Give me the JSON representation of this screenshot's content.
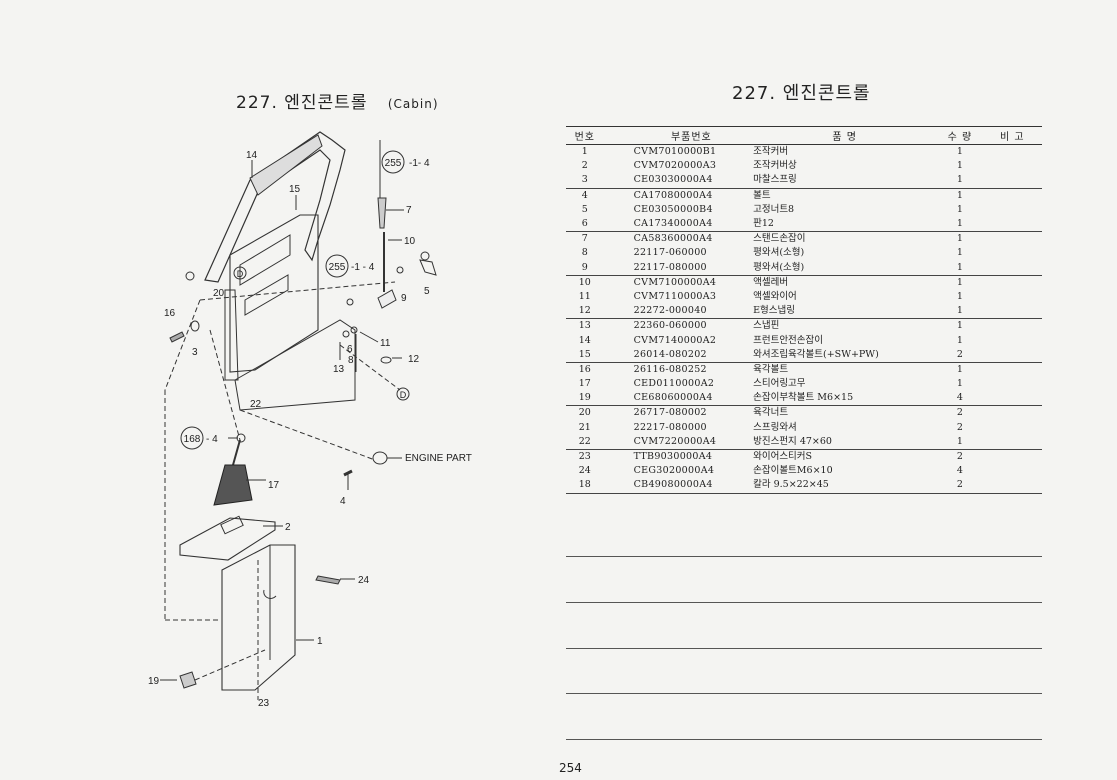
{
  "left_header": {
    "title": "227. 엔진콘트롤",
    "subtitle": "(Cabin)"
  },
  "right_header": {
    "title": "227. 엔진콘트롤"
  },
  "table": {
    "headers": {
      "no": "번호",
      "part_no": "부품번호",
      "name": "품 명",
      "qty": "수 량",
      "remark": "비 고"
    },
    "rows": [
      {
        "no": "1",
        "part_no": "CVM7010000B1",
        "name": "조작커버",
        "qty": "1",
        "remark": ""
      },
      {
        "no": "2",
        "part_no": "CVM7020000A3",
        "name": "조작커버상",
        "qty": "1",
        "remark": ""
      },
      {
        "no": "3",
        "part_no": "CE03030000A4",
        "name": "마찰스프링",
        "qty": "1",
        "remark": ""
      },
      {
        "no": "4",
        "part_no": "CA17080000A4",
        "name": "볼트",
        "qty": "1",
        "remark": ""
      },
      {
        "no": "5",
        "part_no": "CE03050000B4",
        "name": "고정너트8",
        "qty": "1",
        "remark": ""
      },
      {
        "no": "6",
        "part_no": "CA17340000A4",
        "name": "판12",
        "qty": "1",
        "remark": ""
      },
      {
        "no": "7",
        "part_no": "CA58360000A4",
        "name": "스탠드손잡이",
        "qty": "1",
        "remark": ""
      },
      {
        "no": "8",
        "part_no": "22117-060000",
        "name": "평와셔(소형)",
        "qty": "1",
        "remark": ""
      },
      {
        "no": "9",
        "part_no": "22117-080000",
        "name": "평와셔(소형)",
        "qty": "1",
        "remark": ""
      },
      {
        "no": "10",
        "part_no": "CVM7100000A4",
        "name": "액셀레버",
        "qty": "1",
        "remark": ""
      },
      {
        "no": "11",
        "part_no": "CVM7110000A3",
        "name": "액셀와이어",
        "qty": "1",
        "remark": ""
      },
      {
        "no": "12",
        "part_no": "22272-000040",
        "name": "E형스냅링",
        "qty": "1",
        "remark": ""
      },
      {
        "no": "13",
        "part_no": "22360-060000",
        "name": "스냅핀",
        "qty": "1",
        "remark": ""
      },
      {
        "no": "14",
        "part_no": "CVM7140000A2",
        "name": "프런트안전손잡이",
        "qty": "1",
        "remark": ""
      },
      {
        "no": "15",
        "part_no": "26014-080202",
        "name": "와셔조립육각볼트(+SW+PW)",
        "qty": "2",
        "remark": ""
      },
      {
        "no": "16",
        "part_no": "26116-080252",
        "name": "육각볼트",
        "qty": "1",
        "remark": ""
      },
      {
        "no": "17",
        "part_no": "CED0110000A2",
        "name": "스티어링고무",
        "qty": "1",
        "remark": ""
      },
      {
        "no": "19",
        "part_no": "CE68060000A4",
        "name": "손잡이부착볼트 M6×15",
        "qty": "4",
        "remark": ""
      },
      {
        "no": "20",
        "part_no": "26717-080002",
        "name": "육각너트",
        "qty": "2",
        "remark": ""
      },
      {
        "no": "21",
        "part_no": "22217-080000",
        "name": "스프링와셔",
        "qty": "2",
        "remark": ""
      },
      {
        "no": "22",
        "part_no": "CVM7220000A4",
        "name": "방진스펀지 47×60",
        "qty": "1",
        "remark": ""
      },
      {
        "no": "23",
        "part_no": "TTB9030000A4",
        "name": "와이어스티커S",
        "qty": "2",
        "remark": ""
      },
      {
        "no": "24",
        "part_no": "CEG3020000A4",
        "name": "손잡이볼트M6×10",
        "qty": "4",
        "remark": ""
      },
      {
        "no": "18",
        "part_no": "CB49080000A4",
        "name": "칼라 9.5×22×45",
        "qty": "2",
        "remark": ""
      }
    ]
  },
  "diagram_labels": {
    "n14": "14",
    "n15": "15",
    "n7": "7",
    "n10": "10",
    "n20": "20",
    "n16": "16",
    "n3": "3",
    "n9": "9",
    "n5": "5",
    "n6": "6",
    "n11": "11",
    "n8": "8",
    "n13": "13",
    "n12": "12",
    "n22": "22",
    "n2": "2",
    "n24": "24",
    "n1": "1",
    "n19": "19",
    "n23": "23",
    "n17": "17",
    "n4": "4",
    "ref255a_num": "255",
    "ref255a_suffix": "-1- 4",
    "ref255b_num": "255",
    "ref255b_suffix": "-1 - 4",
    "ref168_num": "168",
    "ref168_suffix": "- 4",
    "d_top": "D",
    "d_bottom": "D",
    "engine_part": "ENGINE PART"
  },
  "page_number": "254"
}
